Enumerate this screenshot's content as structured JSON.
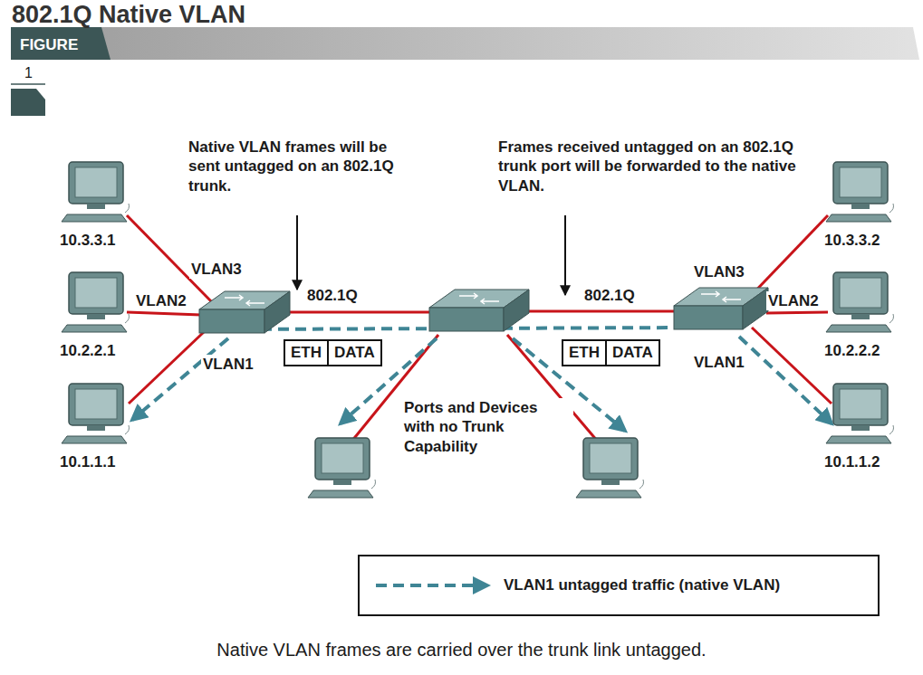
{
  "diagram": {
    "title": "802.1Q Native VLAN",
    "caption": "Native VLAN frames are carried over the trunk link untagged.",
    "nodes": [
      {
        "text": [
          "10.3.3.1"
        ]
      },
      {
        "text": [
          "10.3.3.2"
        ]
      },
      {
        "text": [
          "10.2.2.1"
        ]
      },
      {
        "text": [
          "10.2.2.2"
        ]
      },
      {
        "text": [
          "ETH",
          "DATA"
        ]
      },
      {
        "text": [
          "ETH",
          "DATA"
        ]
      },
      {
        "text": [
          "10.1.1.1"
        ]
      },
      {
        "text": [
          "10.1.1.2"
        ]
      }
    ],
    "labels": [
      "FIGURE",
      "1",
      "Native VLAN frames will be sent untagged on an 802.1Q trunk.",
      "Frames received untagged on an 802.1Q trunk port will be forwarded to the native VLAN.",
      "VLAN3",
      "VLAN2",
      "VLAN1",
      "802.1Q",
      "802.1Q",
      "VLAN3",
      "VLAN2",
      "VLAN1",
      "Ports and Devices with no Trunk Capability"
    ],
    "legend": [
      {
        "text": "VLAN1 untagged traffic (native VLAN)"
      }
    ]
  }
}
